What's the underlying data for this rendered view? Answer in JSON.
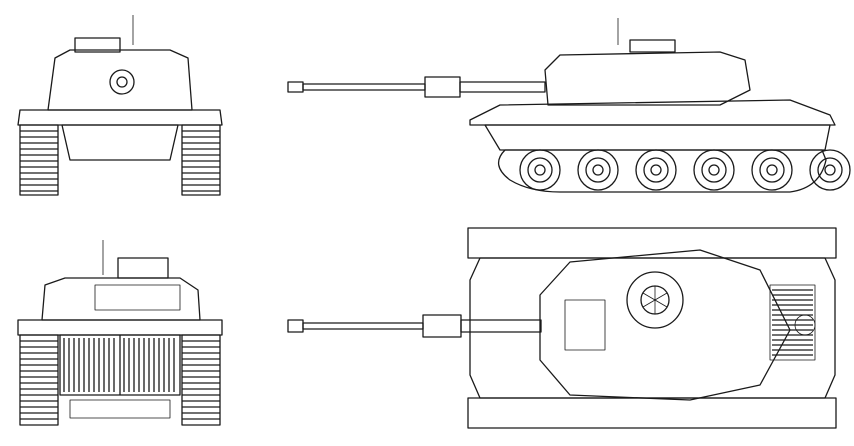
{
  "drawing": {
    "views": [
      "front",
      "side",
      "rear",
      "top"
    ],
    "line_color": "#1a1a1a",
    "background": "#ffffff",
    "road_wheels_per_side": 6
  }
}
